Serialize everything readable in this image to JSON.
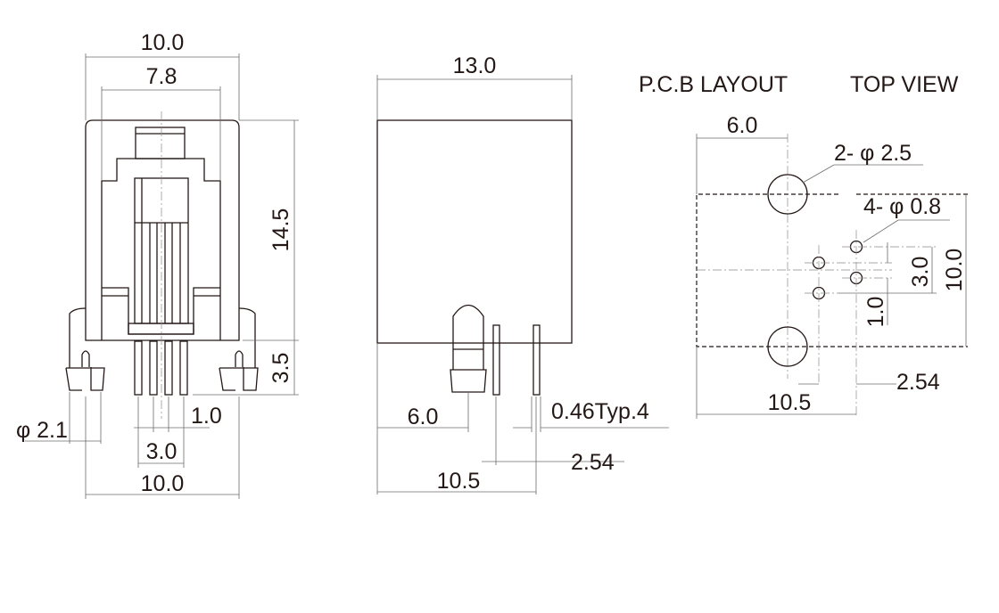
{
  "front_view": {
    "width_top": "10.0",
    "opening_width": "7.8",
    "body_height": "14.5",
    "pin_length": "3.5",
    "pin_pitch": "1.0",
    "peg_diameter": "φ 2.1",
    "pin_span": "3.0",
    "width_bottom": "10.0"
  },
  "side_view": {
    "length": "13.0",
    "peg_offset": "6.0",
    "pin_width": "0.46Typ.4",
    "pin_row_pitch": "2.54",
    "pin_offset": "10.5"
  },
  "pcb_layout": {
    "title": "P.C.B LAYOUT",
    "view_label": "TOP VIEW",
    "peg_offset": "6.0",
    "peg_holes": "2- φ 2.5",
    "pin_holes": "4- φ 0.8",
    "height": "10.0",
    "pin_span": "3.0",
    "pin_pitch": "1.0",
    "row_pitch": "2.54",
    "pin_offset": "10.5"
  }
}
